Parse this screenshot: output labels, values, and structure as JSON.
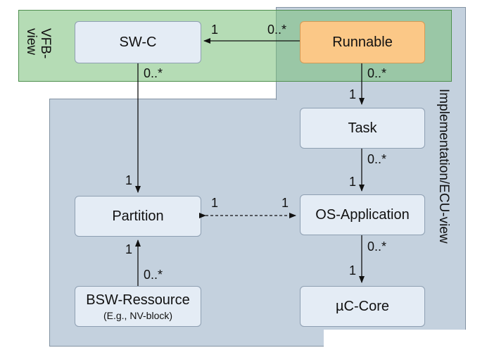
{
  "regions": {
    "vfb_label": "VFB-\nview",
    "ecu_label": "Implementation/ECU-view"
  },
  "boxes": {
    "swc": "SW-C",
    "runnable": "Runnable",
    "task": "Task",
    "partition": "Partition",
    "os_application": "OS-Application",
    "bsw_resource": "BSW-Ressource",
    "bsw_resource_note": "(E.g., NV-block)",
    "uc_core": "µC-Core"
  },
  "multiplicities": {
    "runnable_swc_near_swc": "1",
    "runnable_swc_near_runnable": "0..*",
    "swc_partition_near_swc": "0..*",
    "swc_partition_near_partition": "1",
    "runnable_task_near_runnable": "0..*",
    "runnable_task_near_task": "1",
    "task_osapp_near_task": "0..*",
    "task_osapp_near_osapp": "1",
    "partition_osapp_near_partition": "1",
    "partition_osapp_near_osapp": "1",
    "osapp_core_near_osapp": "0..*",
    "osapp_core_near_core": "1",
    "bsw_partition_near_partition": "1",
    "bsw_partition_near_bsw": "0..*"
  },
  "colors": {
    "vfb_region": "#78bf78",
    "ecu_region": "#c4d1de",
    "box_fill": "#e4ecf5",
    "runnable_fill": "#fbc887"
  }
}
